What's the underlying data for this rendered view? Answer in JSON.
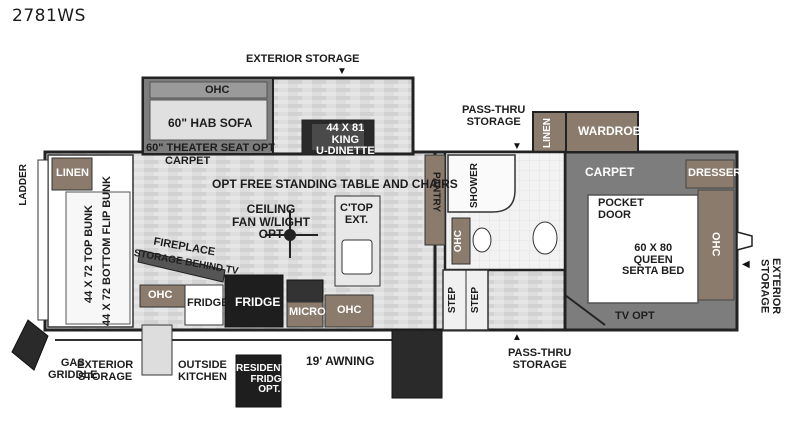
{
  "model": "2781WS",
  "labels": {
    "exterior_storage_top": "EXTERIOR STORAGE",
    "ohc": "OHC",
    "hab_sofa": "60\" HAB SOFA",
    "theater_seat": "60\" THEATER SEAT OPT",
    "carpet": "CARPET",
    "king_dinette": "44 X 81\nKING\nU-DINETTE",
    "free_standing": "OPT FREE STANDING TABLE AND CHAIRS",
    "pantry": "PANTRY",
    "pass_thru_top": "PASS-THRU\nSTORAGE",
    "linen": "LINEN",
    "wardrobe": "WARDROBE",
    "dresser": "DRESSER",
    "pocket_door": "POCKET\nDOOR",
    "queen_bed": "60 X 80\nQUEEN\nSERTA BED",
    "shower": "SHOWER",
    "ladder": "LADDER",
    "top_bunk": "44 X 72 TOP BUNK",
    "bottom_bunk": "44 X 72 BOTTOM FLIP BUNK",
    "ceiling_fan": "CEILING\nFAN W/LIGHT\nOPT",
    "ctop_ext": "C'TOP\nEXT.",
    "fireplace": "FIREPLACE",
    "storage_behind_tv": "STORAGE BEHIND TV",
    "fridge": "FRIDGE",
    "micro": "MICRO",
    "step": "STEP",
    "tv_opt": "TV OPT",
    "exterior_storage_right": "EXTERIOR\nSTORAGE",
    "gas_griddle": "GAS\nGRIDDLE",
    "exterior_storage_bottom": "EXTERIOR\nSTORAGE",
    "outside_kitchen": "OUTSIDE\nKITCHEN",
    "residential_fridge": "RESIDENTIAL\nFRIDGE\nOPT.",
    "awning": "19' AWNING",
    "pass_thru_bottom": "PASS-THRU\nSTORAGE"
  },
  "colors": {
    "wall": "#2b2b2b",
    "floor": "#d9d9d9",
    "carpet": "#8c8c8c",
    "cabinet": "#8a7b6c",
    "dark_appliance": "#1e1e1e",
    "bath_floor": "#eeeeee"
  }
}
